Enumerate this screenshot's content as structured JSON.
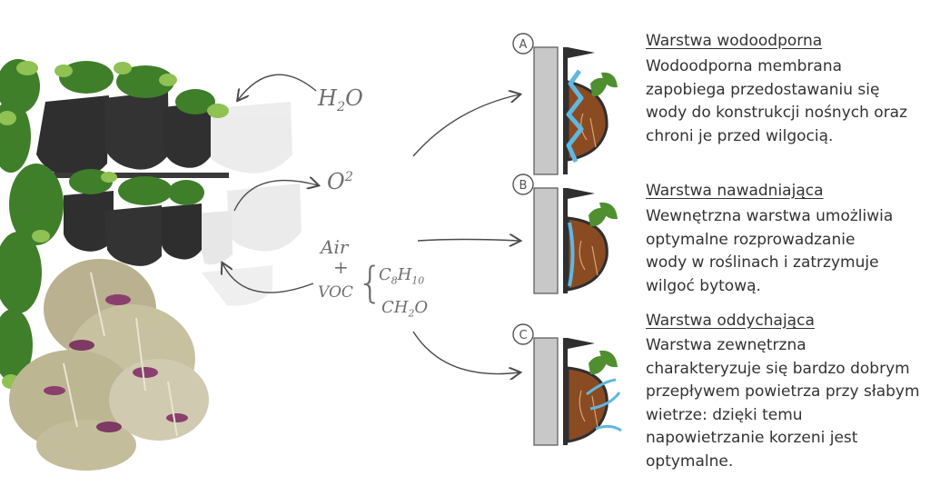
{
  "chemistry": {
    "h2o": {
      "base": "H",
      "sub": "2",
      "tail": "O"
    },
    "o2": {
      "base": "O",
      "sup": "2"
    },
    "air": "Air",
    "plus": "+",
    "voc": "VOC",
    "brace": "{",
    "c8h10": {
      "a": "C",
      "a_sub": "8",
      "b": "H",
      "b_sub": "10"
    },
    "ch2o": {
      "a": "CH",
      "a_sub": "2",
      "b": "O"
    }
  },
  "layers": [
    {
      "badge": "A",
      "title": "Warstwa wodoodporna",
      "description": "Wodoodporna membrana zapobiega przedostawaniu się wody do konstrukcji nośnych oraz chroni je przed wilgocią."
    },
    {
      "badge": "B",
      "title": "Warstwa nawadniająca",
      "description": "Wewnętrzna warstwa umożliwia optymalne rozprowadzanie wody w roślinach i zatrzymuje wilgoć bytową."
    },
    {
      "badge": "C",
      "title": "Warstwa oddychająca",
      "description": "Warstwa zewnętrzna charakteryzuje się bardzo dobrym przepływem powietrza przy słabym wietrze: dzięki temu napowietrzanie korzeni jest optymalne."
    }
  ],
  "colors": {
    "wall": "#c8c8c8",
    "pocket": "#2f2f2f",
    "soil": "#8a4a22",
    "water": "#5fb8e0",
    "leaf": "#4f8f2f",
    "leaf_light": "#9ccb5a",
    "arrow": "#4a4a4a"
  }
}
